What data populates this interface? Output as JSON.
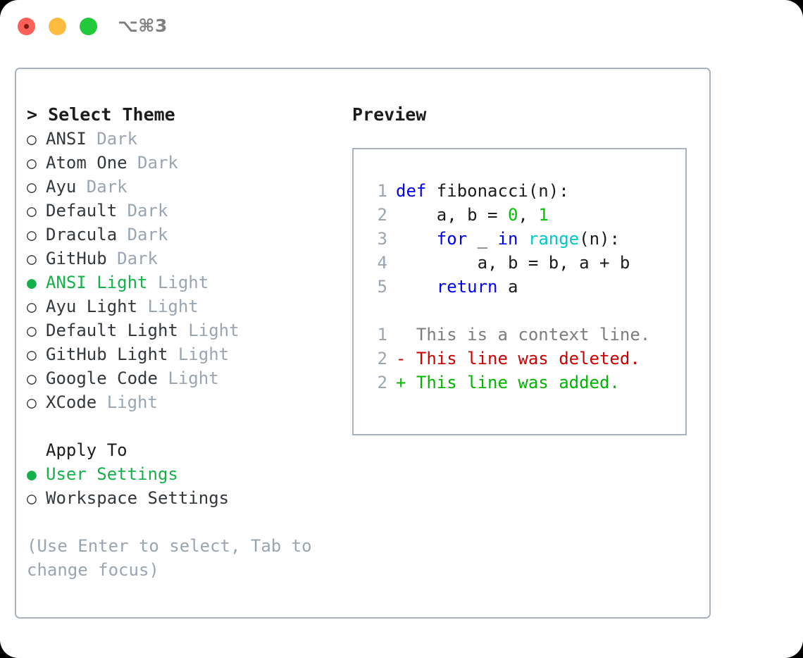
{
  "titlebar": {
    "shortcut": "⌥⌘3",
    "buttons": [
      "close",
      "minimize",
      "zoom"
    ]
  },
  "theme_picker": {
    "header": "> Select Theme",
    "items": [
      {
        "bullet": "○",
        "label": "ANSI",
        "meta": "Dark",
        "selected": false
      },
      {
        "bullet": "○",
        "label": "Atom One",
        "meta": "Dark",
        "selected": false
      },
      {
        "bullet": "○",
        "label": "Ayu",
        "meta": "Dark",
        "selected": false
      },
      {
        "bullet": "○",
        "label": "Default",
        "meta": "Dark",
        "selected": false
      },
      {
        "bullet": "○",
        "label": "Dracula",
        "meta": "Dark",
        "selected": false
      },
      {
        "bullet": "○",
        "label": "GitHub",
        "meta": "Dark",
        "selected": false
      },
      {
        "bullet": "●",
        "label": "ANSI Light",
        "meta": "Light",
        "selected": true
      },
      {
        "bullet": "○",
        "label": "Ayu Light",
        "meta": "Light",
        "selected": false
      },
      {
        "bullet": "○",
        "label": "Default Light",
        "meta": "Light",
        "selected": false
      },
      {
        "bullet": "○",
        "label": "GitHub Light",
        "meta": "Light",
        "selected": false
      },
      {
        "bullet": "○",
        "label": "Google Code",
        "meta": "Light",
        "selected": false
      },
      {
        "bullet": "○",
        "label": "XCode",
        "meta": "Light",
        "selected": false
      }
    ]
  },
  "apply_to": {
    "header": "Apply To",
    "items": [
      {
        "bullet": "●",
        "label": "User Settings",
        "meta": "",
        "selected": true
      },
      {
        "bullet": "○",
        "label": "Workspace Settings",
        "meta": "",
        "selected": false
      }
    ]
  },
  "hint": "(Use Enter to select, Tab to\nchange focus)",
  "preview": {
    "header": "Preview",
    "code_lines": [
      {
        "num": "1",
        "tokens": [
          {
            "t": "def",
            "c": "kw"
          },
          {
            "t": " fibonacci(n):",
            "c": "pl"
          }
        ]
      },
      {
        "num": "2",
        "tokens": [
          {
            "t": "    a, b = ",
            "c": "pl"
          },
          {
            "t": "0",
            "c": "num"
          },
          {
            "t": ", ",
            "c": "pl"
          },
          {
            "t": "1",
            "c": "num"
          }
        ]
      },
      {
        "num": "3",
        "tokens": [
          {
            "t": "    ",
            "c": "pl"
          },
          {
            "t": "for",
            "c": "kw"
          },
          {
            "t": " _ ",
            "c": "pl"
          },
          {
            "t": "in",
            "c": "kw"
          },
          {
            "t": " ",
            "c": "pl"
          },
          {
            "t": "range",
            "c": "fn"
          },
          {
            "t": "(n):",
            "c": "pl"
          }
        ]
      },
      {
        "num": "4",
        "tokens": [
          {
            "t": "        a, b = b, a + b",
            "c": "pl"
          }
        ]
      },
      {
        "num": "5",
        "tokens": [
          {
            "t": "    ",
            "c": "pl"
          },
          {
            "t": "return",
            "c": "kw"
          },
          {
            "t": " a",
            "c": "pl"
          }
        ]
      }
    ],
    "diff_lines": [
      {
        "num": "1",
        "tokens": [
          {
            "t": "  This is a context line.",
            "c": "ctx"
          }
        ]
      },
      {
        "num": "2",
        "tokens": [
          {
            "t": "- This line was deleted.",
            "c": "del"
          }
        ]
      },
      {
        "num": "2",
        "tokens": [
          {
            "t": "+ This line was added.",
            "c": "add"
          }
        ]
      }
    ]
  },
  "colors": {
    "accent_green": "#14b04a",
    "border": "#aab2bd",
    "muted": "#9aa5b1",
    "keyword": "#0000ee",
    "function": "#00c8c8",
    "number": "#00c400",
    "diff_deleted": "#cc0000",
    "diff_added": "#00b400"
  }
}
